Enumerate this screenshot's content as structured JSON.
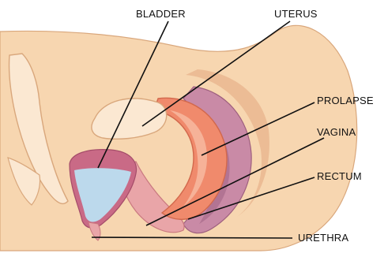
{
  "labels": {
    "bladder": "BLADDER",
    "uterus": "UTERUS",
    "prolapse": "PROLAPSE",
    "vagina": "VAGINA",
    "rectum": "RECTUM",
    "urethra": "URETHRA"
  },
  "colors": {
    "skin": "#f7d6b0",
    "skin_outline": "#d9a77c",
    "pelvic_bone": "#fbe8d2",
    "bladder_wall": "#c96a86",
    "bladder_fluid": "#bcd9ec",
    "uterus": "#f08a6c",
    "uterus_light": "#f7b8a0",
    "rectum": "#c98aa6",
    "vagina_wall": "#e9a5a8",
    "leader_line": "#111111"
  }
}
